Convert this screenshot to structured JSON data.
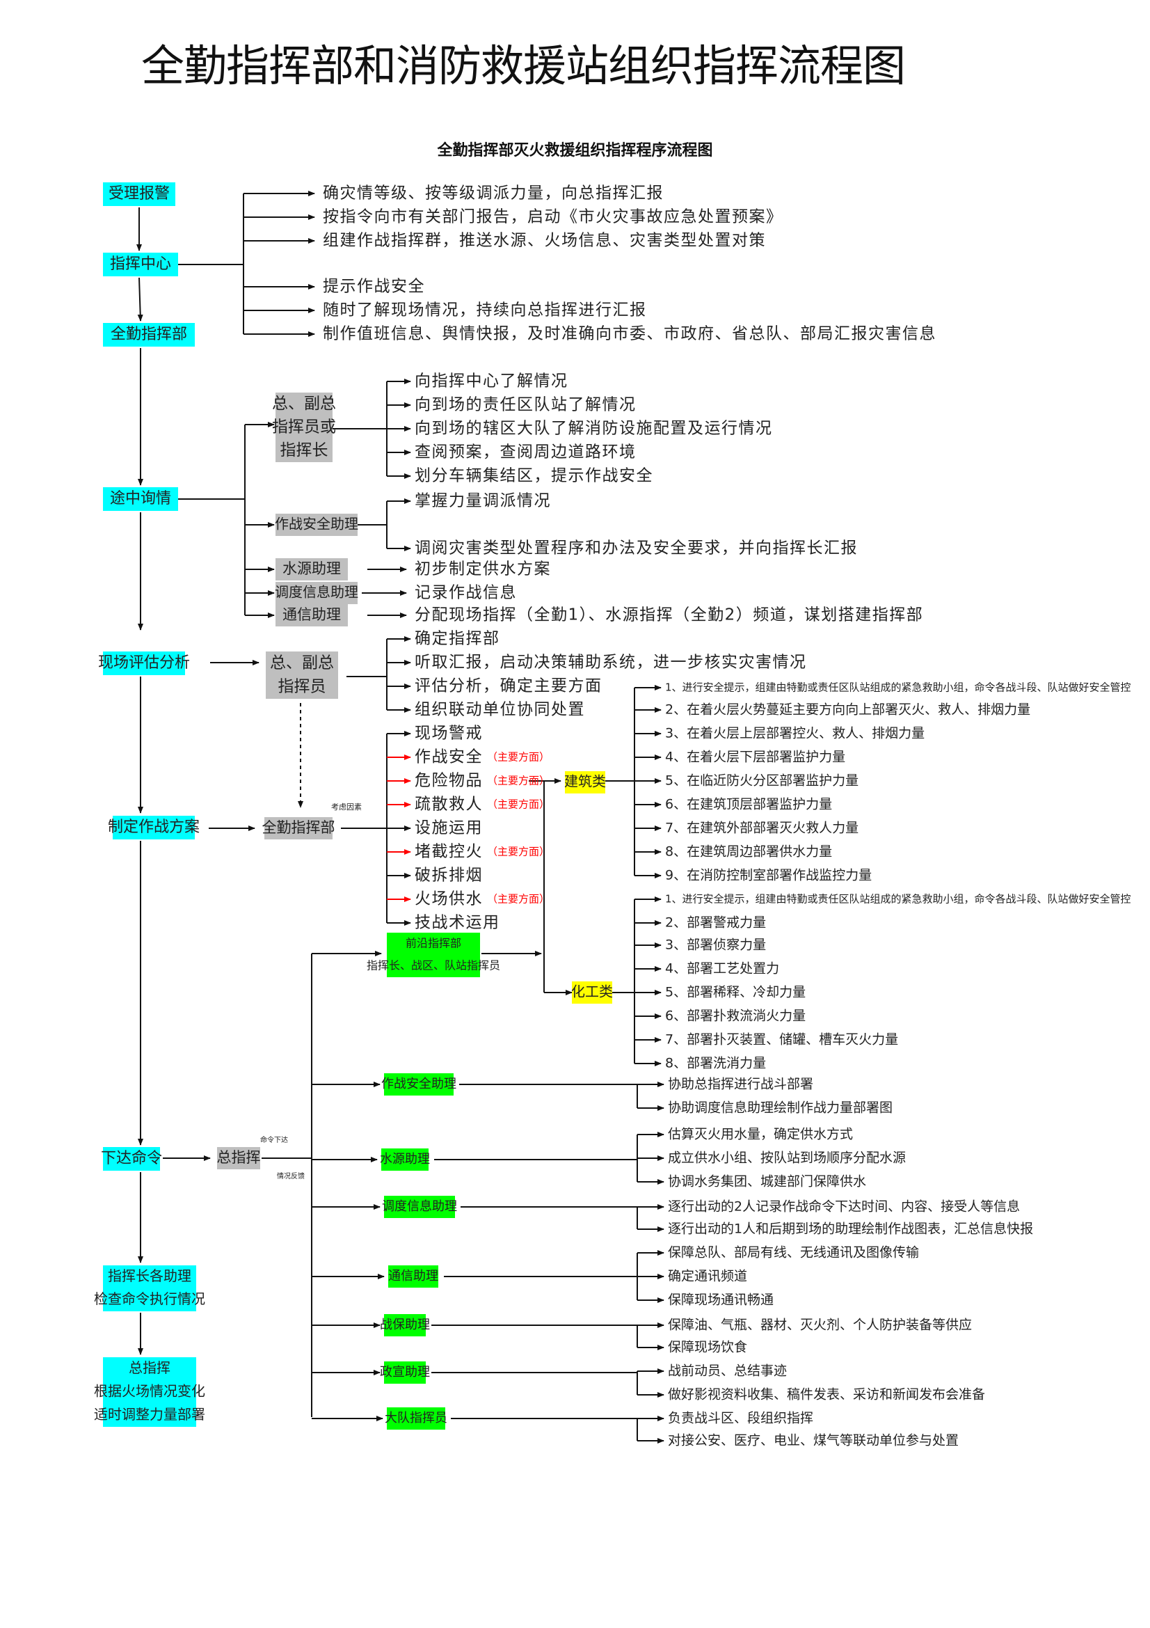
{
  "title": "全勤指挥部和消防救援站组织指挥流程图",
  "subtitle": "全勤指挥部灭火救援组织指挥程序流程图",
  "colors": {
    "cyan": "#00ffff",
    "gray": "#bfbfbf",
    "green": "#00ff00",
    "yellow": "#ffff00",
    "red": "#ff0000"
  },
  "main_steps": [
    {
      "id": "s1",
      "label": "受理报警"
    },
    {
      "id": "s2",
      "label": "指挥中心"
    },
    {
      "id": "s3",
      "label": "全勤指挥部"
    },
    {
      "id": "s4",
      "label": "途中询情"
    },
    {
      "id": "s5",
      "label": "现场评估分析"
    },
    {
      "id": "s6",
      "label": "制定作战方案"
    },
    {
      "id": "s7",
      "label": "下达命令"
    },
    {
      "id": "s8",
      "lines": [
        "指挥长各助理",
        "检查命令执行情况"
      ]
    },
    {
      "id": "s9",
      "lines": [
        "总指挥",
        "根据火场情况变化",
        "适时调整力量部署"
      ]
    }
  ],
  "center_items": [
    "确灾情等级、按等级调派力量，向总指挥汇报",
    "按指令向市有关部门报告，启动《市火灾事故应急处置预案》",
    "组建作战指挥群，推送水源、火场信息、灾害类型处置对策",
    "提示作战安全",
    "随时了解现场情况，持续向总指挥进行汇报",
    "制作值班信息、舆情快报，及时准确向市委、市政府、省总队、部局汇报灾害信息"
  ],
  "enroute": {
    "commander_lines": [
      "总、副总",
      "指挥员或",
      "指挥长"
    ],
    "commander_items": [
      "向指挥中心了解情况",
      "向到场的责任区队站了解情况",
      "向到场的辖区大队了解消防设施配置及运行情况",
      "查阅预案，查阅周边道路环境",
      "划分车辆集结区，提示作战安全"
    ],
    "safety_label": "作战安全助理",
    "safety_items": [
      "掌握力量调派情况",
      "调阅灾害类型处置程序和办法及安全要求，并向指挥长汇报"
    ],
    "water_label": "水源助理",
    "water_item": "初步制定供水方案",
    "dispatch_label": "调度信息助理",
    "dispatch_item": "记录作战信息",
    "comm_label": "通信助理",
    "comm_item": "分配现场指挥（全勤1）、水源指挥（全勤2）频道，谋划搭建指挥部"
  },
  "assess": {
    "commander_lines": [
      "总、副总",
      "指挥员"
    ],
    "items": [
      "确定指挥部",
      "听取汇报，启动决策辅助系统，进一步核实灾害情况",
      "评估分析，确定主要方面",
      "组织联动单位协同处置"
    ]
  },
  "plan": {
    "hq_label": "全勤指挥部",
    "consider_label": "考虑因素",
    "main_aspect_tag": "（主要方面）",
    "factors": [
      {
        "text": "现场警戒",
        "main": false
      },
      {
        "text": "作战安全",
        "main": true
      },
      {
        "text": "危险物品",
        "main": true
      },
      {
        "text": "疏散救人",
        "main": true
      },
      {
        "text": "设施运用",
        "main": false
      },
      {
        "text": "堵截控火",
        "main": true
      },
      {
        "text": "破拆排烟",
        "main": false
      },
      {
        "text": "火场供水",
        "main": true
      },
      {
        "text": "技战术运用",
        "main": false
      }
    ]
  },
  "building": {
    "label": "建筑类",
    "items": [
      "1、进行安全提示，组建由特勤或责任区队站组成的紧急救助小组，命令各战斗段、队站做好安全管控",
      "2、在着火层火势蔓延主要方向向上部署灭火、救人、排烟力量",
      "3、在着火层上层部署控火、救人、排烟力量",
      "4、在着火层下层部署监护力量",
      "5、在临近防火分区部署监护力量",
      "6、在建筑顶层部署监护力量",
      "7、在建筑外部部署灭火救人力量",
      "8、在建筑周边部署供水力量",
      "9、在消防控制室部署作战监控力量"
    ]
  },
  "chemical": {
    "label": "化工类",
    "items": [
      "1、进行安全提示，组建由特勤或责任区队站组成的紧急救助小组，命令各战斗段、队站做好安全管控",
      "2、部署警戒力量",
      "3、部署侦察力量",
      "4、部署工艺处置力",
      "5、部署稀释、冷却力量",
      "6、部署扑救流淌火力量",
      "7、部署扑灭装置、储罐、槽车灭火力量",
      "8、部署洗消力量"
    ]
  },
  "command": {
    "chief_label": "总指挥",
    "order_label": "命令下达",
    "feedback_label": "情况反馈",
    "front_label": "前沿指挥部",
    "front_sub": "指挥长、战区、队站指挥员"
  },
  "assistants": [
    {
      "label": "作战安全助理",
      "items": [
        "协助总指挥进行战斗部署",
        "协助调度信息助理绘制作战力量部署图"
      ]
    },
    {
      "label": "水源助理",
      "items": [
        "估算灭火用水量，确定供水方式",
        "成立供水小组、按队站到场顺序分配水源",
        "协调水务集团、城建部门保障供水"
      ]
    },
    {
      "label": "调度信息助理",
      "items": [
        "逐行出动的2人记录作战命令下达时间、内容、接受人等信息",
        "逐行出动的1人和后期到场的助理绘制作战图表，汇总信息快报"
      ]
    },
    {
      "label": "通信助理",
      "items": [
        "保障总队、部局有线、无线通讯及图像传输",
        "确定通讯频道",
        "保障现场通讯畅通"
      ]
    },
    {
      "label": "战保助理",
      "items": [
        "保障油、气瓶、器材、灭火剂、个人防护装备等供应",
        "保障现场饮食"
      ]
    },
    {
      "label": "政宣助理",
      "items": [
        "战前动员、总结事迹",
        "做好影视资料收集、稿件发表、采访和新闻发布会准备"
      ]
    },
    {
      "label": "大队指挥员",
      "items": [
        "负责战斗区、段组织指挥",
        "对接公安、医疗、电业、煤气等联动单位参与处置"
      ]
    }
  ]
}
